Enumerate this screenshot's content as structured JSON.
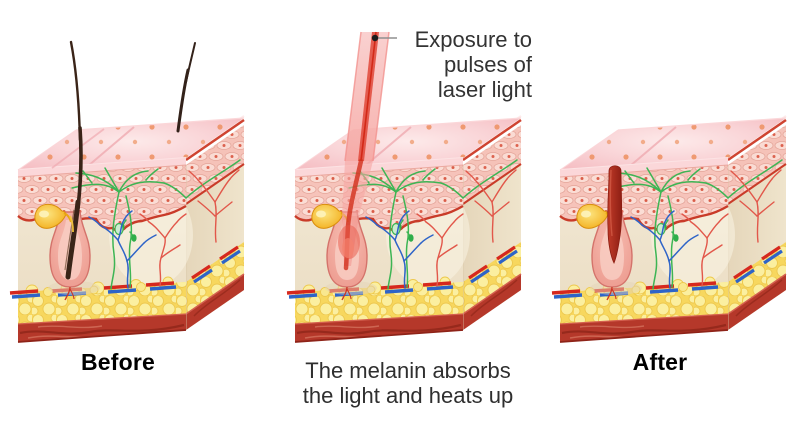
{
  "panels": {
    "before": {
      "label": "Before"
    },
    "during": {
      "callout": "Exposure to\npulses of\nlaser light",
      "caption": "The melanin absorbs\nthe light and heats up"
    },
    "after": {
      "label": "After"
    }
  },
  "colors": {
    "nerve_green": "#3db554",
    "vein_blue": "#2e64c8",
    "artery_red": "#d6281e",
    "laser_core_red": "#e0483a",
    "fat_yellow": "#f7d75e",
    "muscle_red": "#b5382a",
    "skin_pink": "#f6c3ba",
    "hair_brown": "#3a2418",
    "burnt_follicle": "#9e2318"
  }
}
